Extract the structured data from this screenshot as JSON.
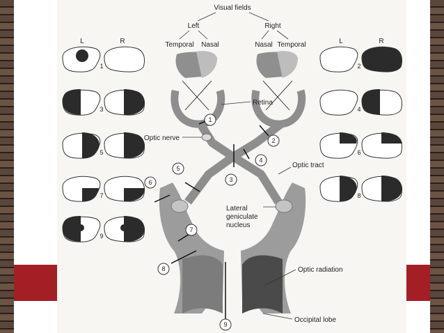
{
  "header": {
    "visual_fields": "Visual fields",
    "left": "Left",
    "right": "Right",
    "temporal_left": "Temporal",
    "nasal_left": "Nasal",
    "nasal_right": "Nasal",
    "temporal_right": "Temporal"
  },
  "eye_labels": {
    "L": "L",
    "R": "R"
  },
  "labels": {
    "retina": "Retina",
    "optic_nerve": "Optic nerve",
    "optic_tract": "Optic tract",
    "lgn_1": "Lateral",
    "lgn_2": "geniculate",
    "lgn_3": "nucleus",
    "optic_radiation": "Optic radiation",
    "occipital_lobe": "Occipital lobe"
  },
  "field_numbers": [
    "1",
    "2",
    "3",
    "4",
    "5",
    "6",
    "7",
    "8",
    "9"
  ],
  "lesion_markers": [
    "1",
    "2",
    "3",
    "4",
    "5",
    "6",
    "7",
    "8",
    "9"
  ],
  "colors": {
    "shade": "#2b2b2b",
    "eye_gray": "#8c8c8c",
    "brain_gray": "#9c9c9c",
    "band_red": "#a31f25"
  }
}
